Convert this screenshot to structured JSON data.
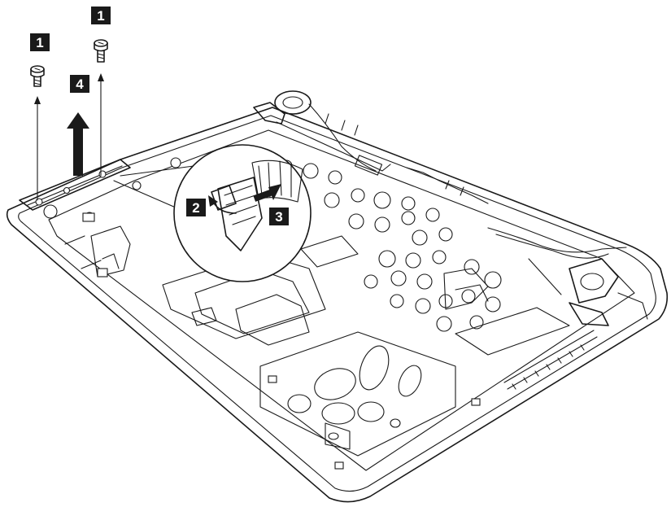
{
  "diagram": {
    "steps": [
      {
        "id": "screw-left",
        "label": "1"
      },
      {
        "id": "screw-right",
        "label": "1"
      },
      {
        "id": "cable-lift",
        "label": "2"
      },
      {
        "id": "cable-pull",
        "label": "3"
      },
      {
        "id": "bracket-lift",
        "label": "4"
      }
    ],
    "colors": {
      "ink": "#1a1a1a",
      "paper": "#ffffff"
    }
  }
}
